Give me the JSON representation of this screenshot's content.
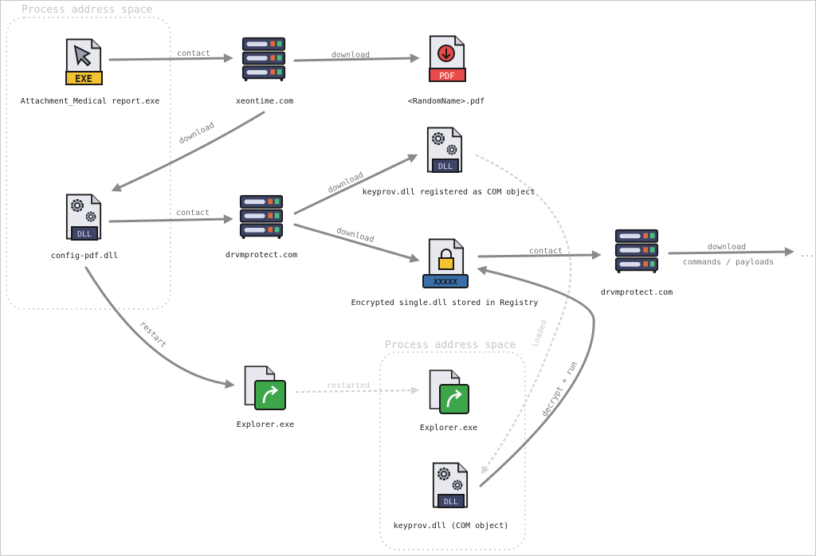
{
  "groups": [
    {
      "title": "Process address space"
    },
    {
      "title": "Process address space"
    }
  ],
  "nodes": {
    "attachment": {
      "label": "Attachment_Medical report.exe",
      "icon": "exe-file-icon",
      "badge": "EXE",
      "badge_color": "#f2c230"
    },
    "xeontime": {
      "label": "xeontime.com",
      "icon": "server-icon"
    },
    "randompdf": {
      "label": "<RandomName>.pdf",
      "icon": "pdf-file-icon",
      "badge": "PDF",
      "badge_color": "#e84a4a"
    },
    "keyprov_registered": {
      "label": "keyprov.dll registered as COM object",
      "icon": "dll-file-icon",
      "badge": "DLL"
    },
    "configpdf": {
      "label": "config-pdf.dll",
      "icon": "dll-file-icon",
      "badge": "DLL"
    },
    "drvmprotect1": {
      "label": "drvmprotect.com",
      "icon": "server-icon"
    },
    "encrypted": {
      "label": "Encrypted single.dll stored in Registry",
      "icon": "lock-file-icon",
      "badge": "XXXXX",
      "badge_color": "#3a6ea8"
    },
    "drvmprotect2": {
      "label": "drvmprotect.com",
      "icon": "server-icon"
    },
    "explorer1": {
      "label": "Explorer.exe",
      "icon": "share-file-icon"
    },
    "explorer2": {
      "label": "Explorer.exe",
      "icon": "share-file-icon"
    },
    "keyprov_com": {
      "label": "keyprov.dll (COM object)",
      "icon": "dll-file-icon",
      "badge": "DLL"
    }
  },
  "edges": {
    "e1": "contact",
    "e2": "download",
    "e3": "download",
    "e4": "contact",
    "e5": "download",
    "e6": "download",
    "e7": "contact",
    "e8": "download",
    "e8b": "commands / payloads",
    "e8c": "...",
    "e9": "restart",
    "e10": "restarted",
    "e11": "loaded",
    "e12": "decrypt + run"
  },
  "colors": {
    "edge": "#8a8a8a",
    "faint_edge": "#d6d6d6",
    "server": "#3d4466",
    "accent_green": "#3da64a",
    "accent_red": "#e84a4a",
    "accent_yellow": "#f2c230"
  }
}
